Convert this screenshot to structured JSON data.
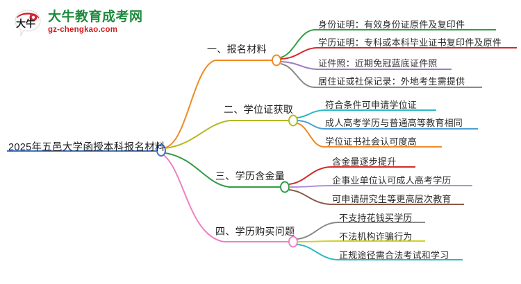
{
  "logo": {
    "mark_text": "大牛",
    "title": "大牛教育成考网",
    "subtitle": "gz-chengkao.com",
    "title_color": "#1c8a3c",
    "subtitle_color": "#d01a1a"
  },
  "mindmap": {
    "root": {
      "label": "2025年五邑大学函授本科报名材料",
      "color": "#3f72c4"
    },
    "branches": [
      {
        "label": "一、报名材料",
        "color": "#f08a24",
        "leaves": [
          {
            "label": "身份证明：有效身份证原件及复印件",
            "color": "#2f9e44"
          },
          {
            "label": "学历证明：专科或本科毕业证书复印件及原件",
            "color": "#d62828"
          },
          {
            "label": "证件照：近期免冠蓝底证件照",
            "color": "#9b7cc4"
          },
          {
            "label": "居住证或社保记录：外地考生需提供",
            "color": "#8a8a8a"
          }
        ]
      },
      {
        "label": "二、学位证获取",
        "color": "#b5b820",
        "leaves": [
          {
            "label": "符合条件可申请学位证",
            "color": "#2bb8c8"
          },
          {
            "label": "成人高考学历与普通高等教育相同",
            "color": "#4b9fd5"
          },
          {
            "label": "学位证书社会认可度高",
            "color": "#f08a24"
          }
        ]
      },
      {
        "label": "三、学历含金量",
        "color": "#2f9e44",
        "leaves": [
          {
            "label": "含金量逐步提升",
            "color": "#d62828"
          },
          {
            "label": "企事业单位认可成人高考学历",
            "color": "#b090d8"
          },
          {
            "label": "可申请研究生等更高层次教育",
            "color": "#8b5a46"
          }
        ]
      },
      {
        "label": "四、学历购买问题",
        "color": "#ef7fc4",
        "leaves": [
          {
            "label": "不支持花钱买学历",
            "color": "#8a8a8a"
          },
          {
            "label": "不法机构诈骗行为",
            "color": "#cfd12a"
          },
          {
            "label": "正规途径需合法考试和学习",
            "color": "#2bb8c8"
          }
        ]
      }
    ]
  }
}
